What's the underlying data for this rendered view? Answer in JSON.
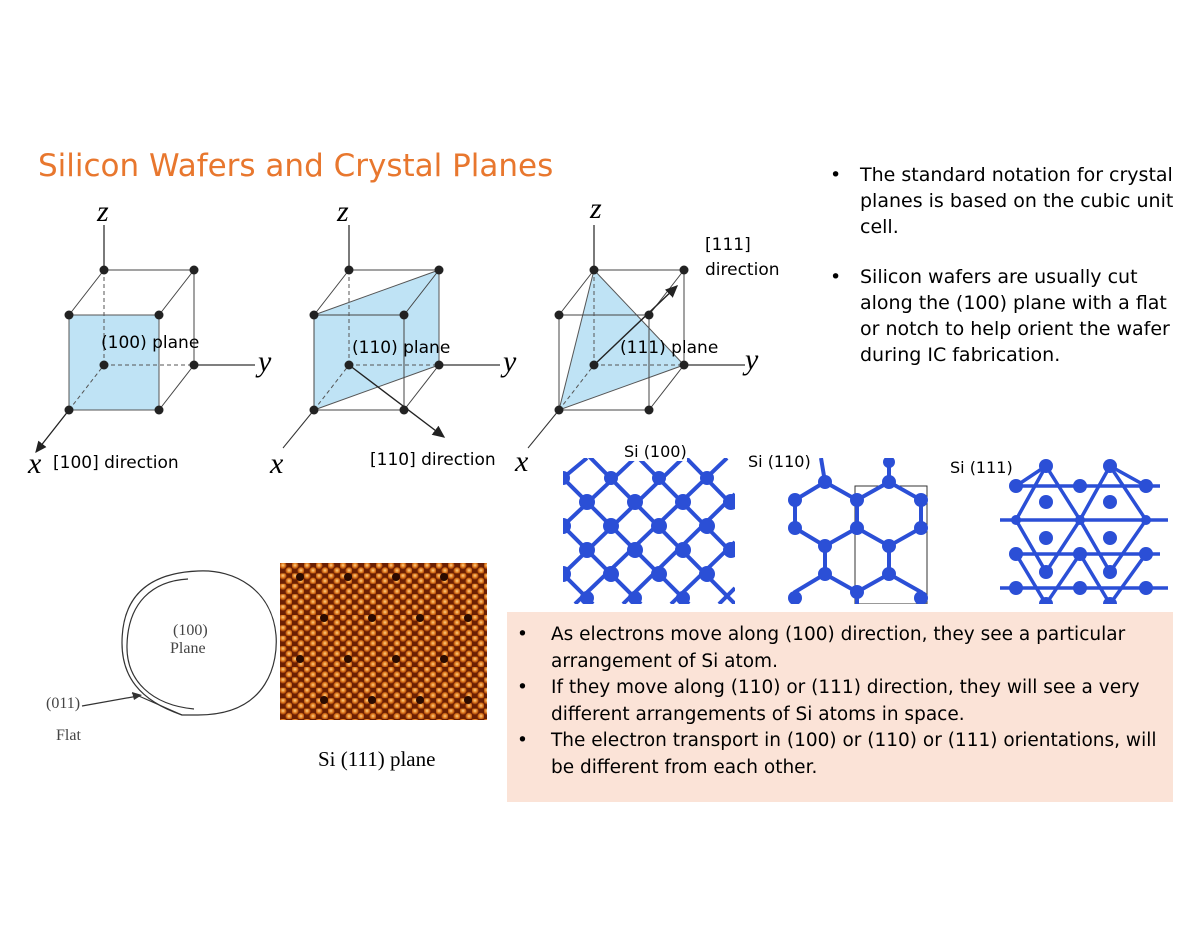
{
  "title": "Silicon Wafers and Crystal Planes",
  "axes": {
    "z": "z",
    "y": "y",
    "x": "x"
  },
  "cubes": [
    {
      "plane_label": "(100) plane",
      "direction_label": "[100] direction"
    },
    {
      "plane_label": "(110) plane",
      "direction_label": "[110] direction"
    },
    {
      "plane_label": "(111) plane",
      "direction_label_line1": "[111]",
      "direction_label_line2": "direction"
    }
  ],
  "bullets": [
    "The standard notation for crystal planes is based on the cubic unit cell.",
    "Silicon wafers are usually cut along the (100) plane with a flat or notch to help orient the wafer during IC fabrication."
  ],
  "lattice_labels": [
    "Si (100)",
    "Si (110)",
    "Si (111)"
  ],
  "wafer": {
    "plane_line1": "(100)",
    "plane_line2": "Plane",
    "flat_line1": "(011)",
    "flat_line2": "Flat"
  },
  "stm_caption": "Si (111) plane",
  "notes": [
    "As electrons move along (100) direction, they see a particular arrangement of Si atom.",
    "If they move along (110) or (111) direction, they will see a very different arrangements of Si atoms in space.",
    "The electron transport in (100) or (110) or (111) orientations, will be different from each other."
  ],
  "colors": {
    "title": "#e8772e",
    "plane_fill": "#bfe3f5",
    "atom": "#2b4fd6",
    "note_bg": "#fbe3d7",
    "stm_dark": "#3a0e00",
    "stm_light": "#f3a24a"
  }
}
